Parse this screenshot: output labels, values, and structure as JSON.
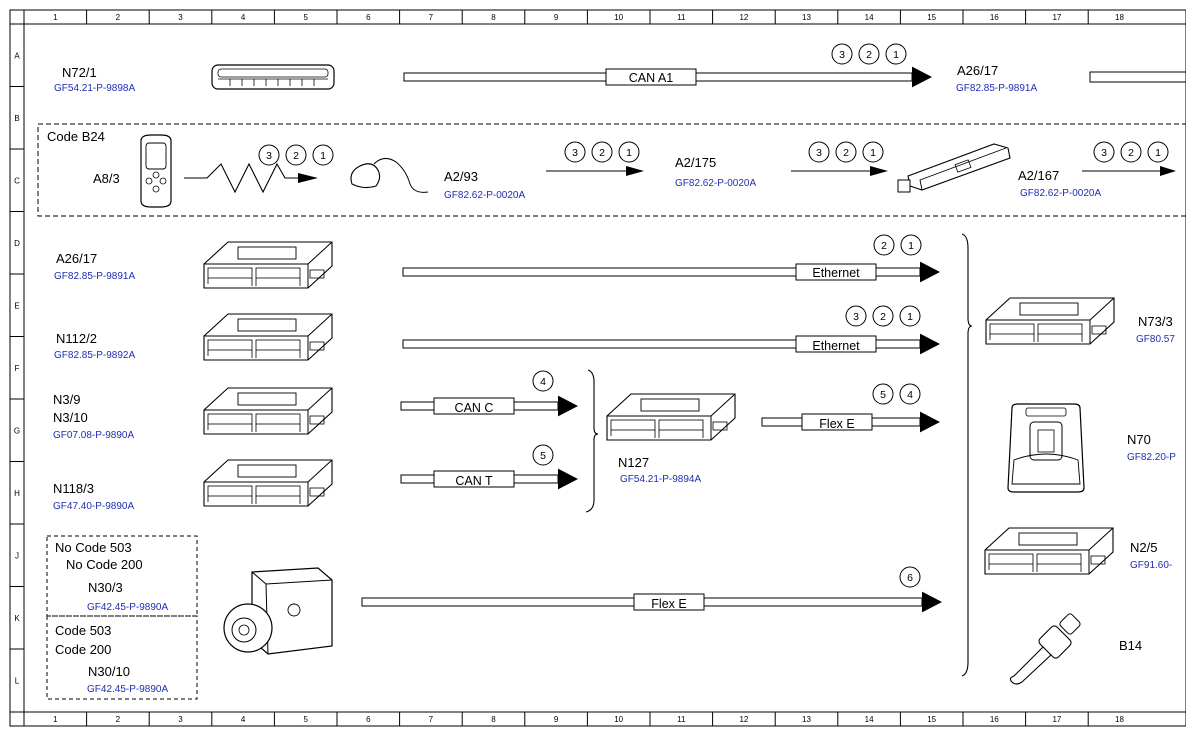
{
  "frame": {
    "columns": [
      "1",
      "2",
      "3",
      "4",
      "5",
      "6",
      "7",
      "8",
      "9",
      "10",
      "11",
      "12",
      "13",
      "14",
      "15",
      "16",
      "17",
      "18"
    ],
    "rows": [
      "A",
      "B",
      "C",
      "D",
      "E",
      "F",
      "G",
      "H",
      "J",
      "K",
      "L"
    ]
  },
  "rows": {
    "a": {
      "left_code": "N72/1",
      "left_ref": "GF54.21-P-9898A",
      "bus_label": "CAN A1",
      "circles": [
        "3",
        "2",
        "1"
      ],
      "right_code": "A26/17",
      "right_ref": "GF82.85-P-9891A"
    },
    "c": {
      "group_label": "Code B24",
      "remote_code": "A8/3",
      "remote_circles": [
        "3",
        "2",
        "1"
      ],
      "antenna_code": "A2/93",
      "antenna_ref": "GF82.62-P-0020A",
      "antenna_circles": [
        "3",
        "2",
        "1"
      ],
      "a2175_code": "A2/175",
      "a2175_ref": "GF82.62-P-0020A",
      "a2175_circles": [
        "3",
        "2",
        "1"
      ],
      "a2167_code": "A2/167",
      "a2167_ref": "GF82.62-P-0020A",
      "a2167_circles": [
        "3",
        "2",
        "1"
      ]
    },
    "d": {
      "code": "A26/17",
      "ref": "GF82.85-P-9891A",
      "bus_label": "Ethernet",
      "circles": [
        "2",
        "1"
      ]
    },
    "e": {
      "code": "N112/2",
      "ref": "GF82.85-P-9892A",
      "bus_label": "Ethernet",
      "circles": [
        "3",
        "2",
        "1"
      ]
    },
    "f": {
      "code1": "N3/9",
      "code2": "N3/10",
      "ref": "GF07.08-P-9890A",
      "bus_label": "CAN C",
      "circles": [
        "4"
      ]
    },
    "h": {
      "code": "N118/3",
      "ref": "GF47.40-P-9890A",
      "bus_label": "CAN T",
      "circles": [
        "5"
      ]
    },
    "mid": {
      "code": "N127",
      "ref": "GF54.21-P-9894A",
      "bus_label": "Flex E",
      "circles": [
        "5",
        "4"
      ]
    },
    "j": {
      "nc503": "No Code 503",
      "nc200": "No Code 200",
      "n303": "N30/3",
      "n303_ref": "GF42.45-P-9890A",
      "c503": "Code 503",
      "c200": "Code 200",
      "n3010": "N30/10",
      "n3010_ref": "GF42.45-P-9890A",
      "bus_label": "Flex E",
      "circles": [
        "6"
      ]
    },
    "right": {
      "n733": "N73/3",
      "n733_ref": "GF80.57",
      "n70": "N70",
      "n70_ref": "GF82.20-P",
      "n25": "N2/5",
      "n25_ref": "GF91.60-",
      "b14": "B14"
    }
  }
}
